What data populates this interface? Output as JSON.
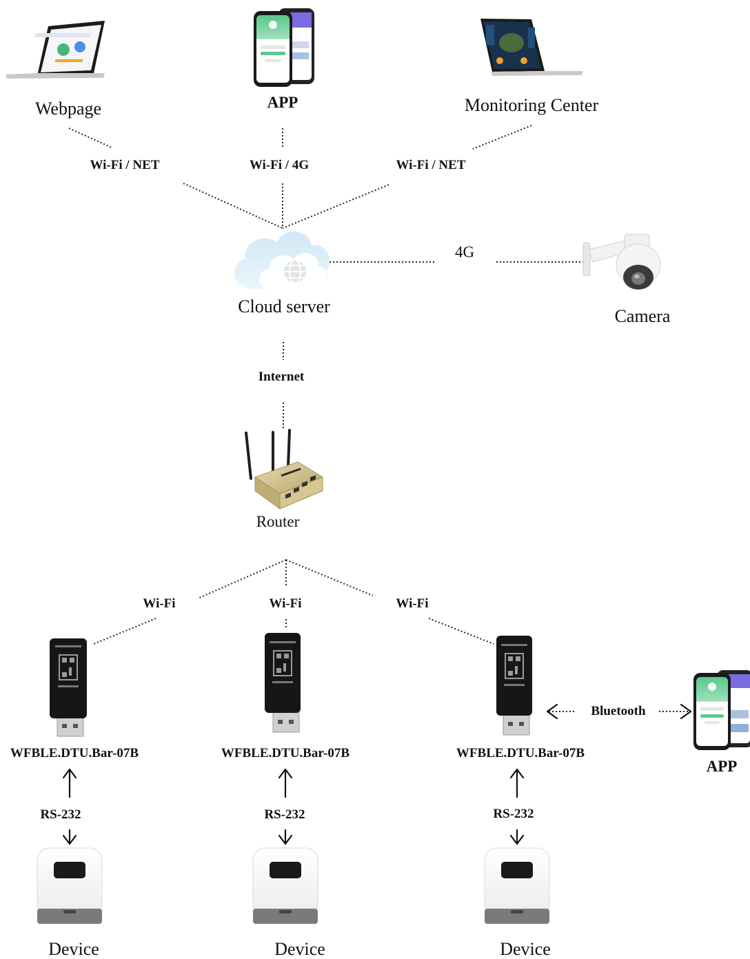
{
  "clients": {
    "webpage": "Webpage",
    "app": "APP",
    "monitoring": "Monitoring Center"
  },
  "links": {
    "webpage": "Wi-Fi / NET",
    "app": "Wi-Fi / 4G",
    "monitoring": "Wi-Fi / NET",
    "camera": "4G",
    "router": "Internet",
    "wifi_left": "Wi-Fi",
    "wifi_mid": "Wi-Fi",
    "wifi_right": "Wi-Fi",
    "bluetooth": "Bluetooth"
  },
  "nodes": {
    "cloud": "Cloud server",
    "camera": "Camera",
    "router": "Router",
    "mobile_app": "APP"
  },
  "dtu": [
    {
      "model": "WFBLE.DTU.Bar-07B",
      "interface": "RS-232",
      "device": "Device"
    },
    {
      "model": "WFBLE.DTU.Bar-07B",
      "interface": "RS-232",
      "device": "Device"
    },
    {
      "model": "WFBLE.DTU.Bar-07B",
      "interface": "RS-232",
      "device": "Device"
    }
  ]
}
